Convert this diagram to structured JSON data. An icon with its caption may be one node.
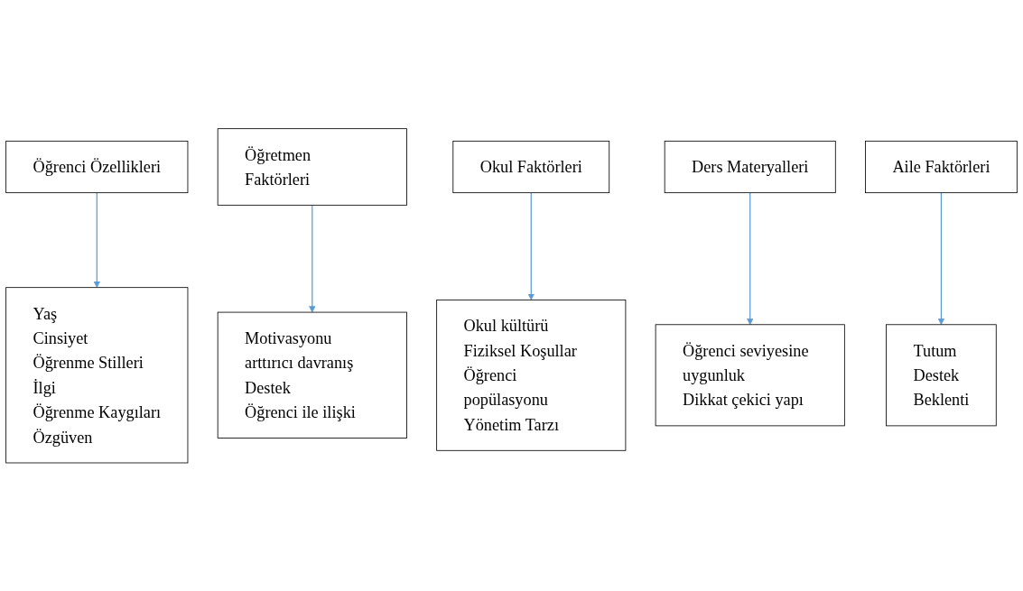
{
  "diagram": {
    "nodes": [
      {
        "text": [
          "Öğrenci Özellikleri"
        ]
      },
      {
        "text": [
          "Öğretmen Faktörleri"
        ]
      },
      {
        "text": [
          "Okul Faktörleri"
        ]
      },
      {
        "text": [
          "Ders Materyalleri"
        ]
      },
      {
        "text": [
          "Aile Faktörleri"
        ]
      },
      {
        "text": [
          "Yaş",
          "Cinsiyet",
          "Öğrenme Stilleri",
          "İlgi",
          "Öğrenme Kaygıları",
          "Özgüven"
        ]
      },
      {
        "text": [
          "Motivasyonu arttırıcı davranış",
          "Destek",
          "Öğrenci ile ilişki"
        ]
      },
      {
        "text": [
          "Okul kültürü",
          "Fiziksel Koşullar",
          "Öğrenci popülasyonu",
          "Yönetim Tarzı"
        ]
      },
      {
        "text": [
          "Öğrenci seviyesine uygunluk",
          "Dikkat çekici yapı"
        ]
      },
      {
        "text": [
          "Tutum",
          "Destek",
          "Beklenti"
        ]
      }
    ],
    "edges": [
      {
        "from": 0,
        "to": 5,
        "arrow": "to"
      },
      {
        "from": 1,
        "to": 6,
        "arrow": "to"
      },
      {
        "from": 2,
        "to": 7,
        "arrow": "to"
      },
      {
        "from": 3,
        "to": 8,
        "arrow": "to"
      },
      {
        "from": 4,
        "to": 9,
        "arrow": "to"
      }
    ]
  }
}
